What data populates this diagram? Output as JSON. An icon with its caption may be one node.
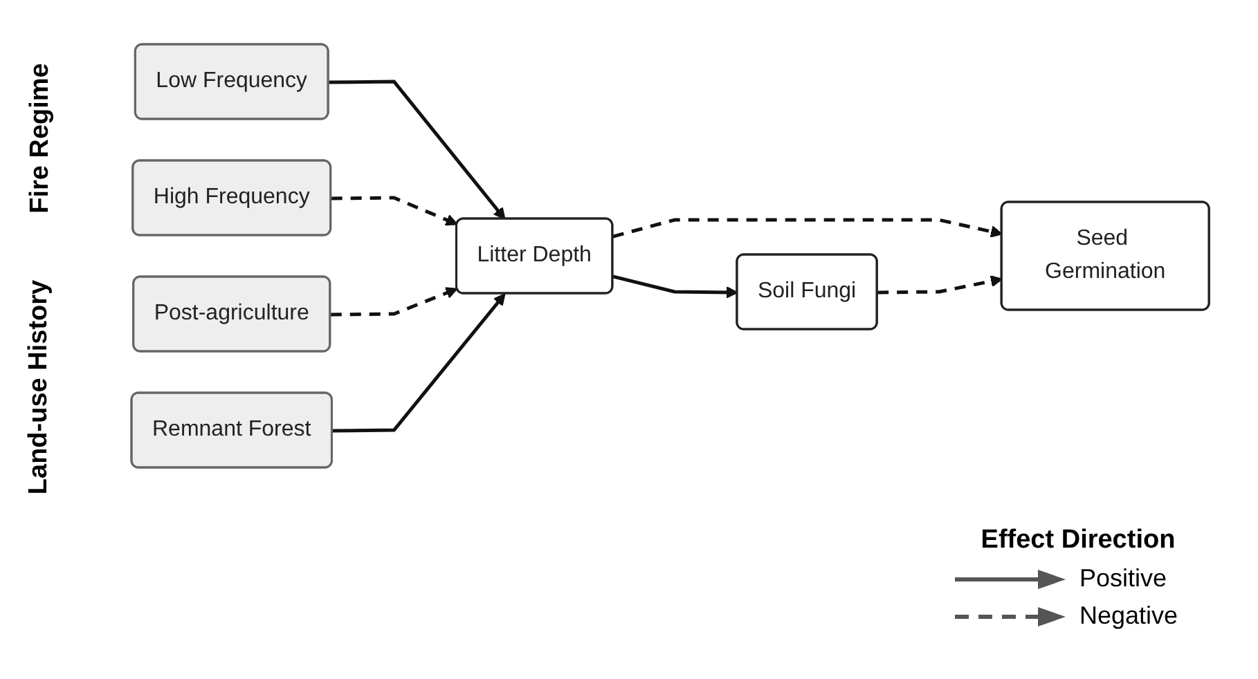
{
  "diagram": {
    "nodes": [
      {
        "text": [
          "Low Frequency"
        ]
      },
      {
        "text": [
          "High Frequency"
        ]
      },
      {
        "text": [
          "Post-agriculture"
        ]
      },
      {
        "text": [
          "Remnant Forest"
        ]
      },
      {
        "text": [
          "Litter Depth"
        ]
      },
      {
        "text": [
          "Soil Fungi"
        ]
      },
      {
        "text": [
          "Seed Germination"
        ]
      }
    ],
    "edges": [
      {
        "from": 0,
        "to": 4,
        "arrow": "to"
      },
      {
        "from": 1,
        "to": 4,
        "arrow": "to",
        "style": "dashed"
      },
      {
        "from": 2,
        "to": 4,
        "arrow": "to",
        "style": "dashed"
      },
      {
        "from": 3,
        "to": 4,
        "arrow": "to"
      },
      {
        "from": 4,
        "to": 6,
        "arrow": "to",
        "style": "dashed"
      },
      {
        "from": 4,
        "to": 5,
        "arrow": "to"
      },
      {
        "from": 5,
        "to": 6,
        "arrow": "to",
        "style": "dashed"
      }
    ],
    "labels": [
      "Fire Regime",
      "Land-use History",
      "Effect Direction"
    ],
    "legend": [
      {
        "text": "Positive"
      },
      {
        "text": "Negative"
      }
    ]
  }
}
